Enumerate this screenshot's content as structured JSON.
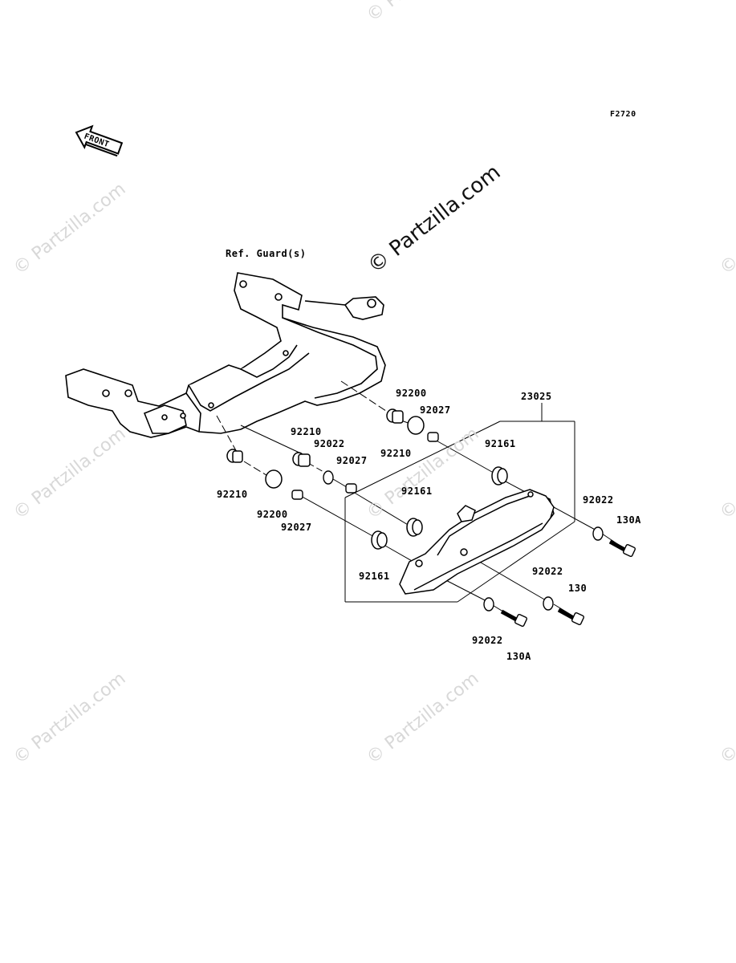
{
  "figure_code": "F2720",
  "front_label": "FRONT",
  "ref_label": "Ref. Guard(s)",
  "watermark": "© Partzilla.com",
  "parts": [
    {
      "id": "p_23025",
      "text": "23025"
    },
    {
      "id": "p_92200_a",
      "text": "92200"
    },
    {
      "id": "p_92027_a",
      "text": "92027"
    },
    {
      "id": "p_92210_a",
      "text": "92210"
    },
    {
      "id": "p_92022_a",
      "text": "92022"
    },
    {
      "id": "p_92210_b",
      "text": "92210"
    },
    {
      "id": "p_92027_b",
      "text": "92027"
    },
    {
      "id": "p_92161_a",
      "text": "92161"
    },
    {
      "id": "p_92161_b",
      "text": "92161"
    },
    {
      "id": "p_92210_c",
      "text": "92210"
    },
    {
      "id": "p_92200_b",
      "text": "92200"
    },
    {
      "id": "p_92027_c",
      "text": "92027"
    },
    {
      "id": "p_92161_c",
      "text": "92161"
    },
    {
      "id": "p_92022_b",
      "text": "92022"
    },
    {
      "id": "p_130A_a",
      "text": "130A"
    },
    {
      "id": "p_92022_c",
      "text": "92022"
    },
    {
      "id": "p_130",
      "text": "130"
    },
    {
      "id": "p_92022_d",
      "text": "92022"
    },
    {
      "id": "p_130A_b",
      "text": "130A"
    }
  ]
}
